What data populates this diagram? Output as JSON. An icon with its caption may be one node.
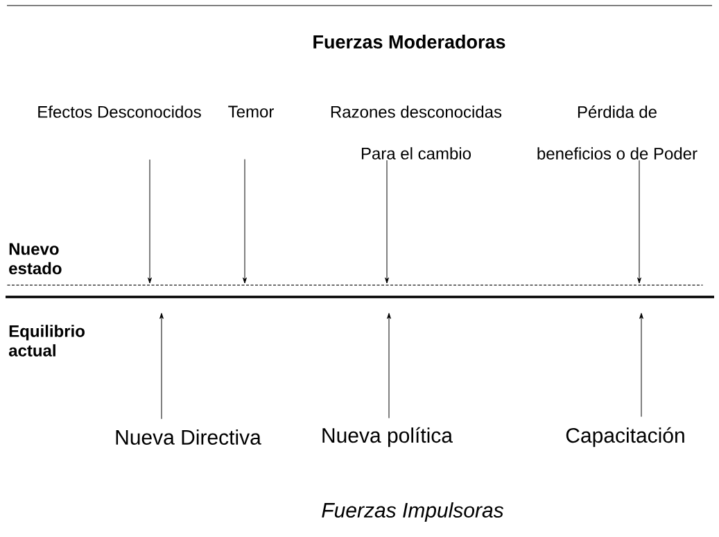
{
  "diagram": {
    "title": "Fuerzas Moderadoras",
    "nodes": [
      {
        "text": [
          "Efectos Desconocidos"
        ]
      },
      {
        "text": [
          "Temor"
        ]
      },
      {
        "text": [
          "Razones desconocidas",
          "Para el cambio"
        ]
      },
      {
        "text": [
          "Pérdida de",
          "beneficios o de Poder"
        ]
      },
      {
        "text": [],
        "shape": "line"
      },
      {
        "text": [],
        "shape": "bar"
      },
      {
        "text": [
          "Nueva Directiva"
        ]
      },
      {
        "text": [
          "Nueva política"
        ]
      },
      {
        "text": [
          "Capacitación"
        ]
      }
    ],
    "edges": [
      {
        "from": 0,
        "to": 4,
        "arrow": "to"
      },
      {
        "from": 1,
        "to": 4,
        "arrow": "to"
      },
      {
        "from": 2,
        "to": 4,
        "arrow": "to"
      },
      {
        "from": 3,
        "to": 4,
        "arrow": "to"
      },
      {
        "from": 6,
        "to": 5,
        "arrow": "to"
      },
      {
        "from": 7,
        "to": 5,
        "arrow": "to"
      },
      {
        "from": 8,
        "to": 5,
        "arrow": "to"
      }
    ],
    "labels": [
      "Nuevo estado",
      "Equilibrio actual",
      "Fuerzas Impulsoras"
    ]
  }
}
